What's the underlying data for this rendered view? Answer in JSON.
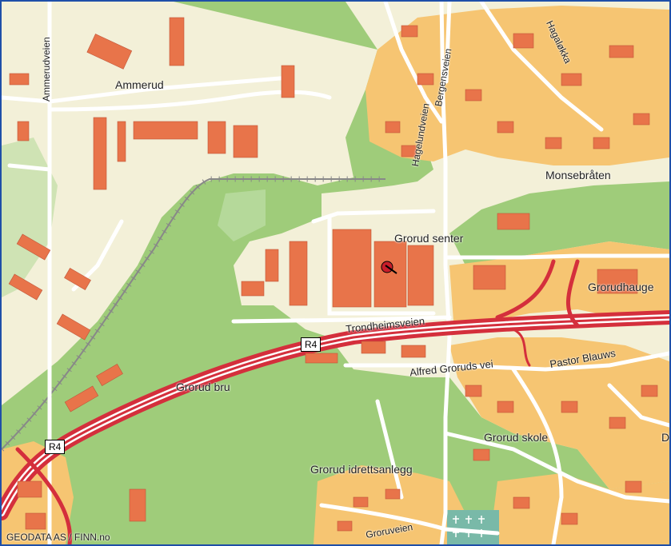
{
  "map": {
    "attribution": "GEODATA AS / FINN.no",
    "route_shield": "R4",
    "places": {
      "ammerud": "Ammerud",
      "monsebraten": "Monsebråten",
      "grorud_senter": "Grorud senter",
      "grorudhaugen": "Grorudhauge",
      "grorud_bru": "Grorud bru",
      "grorud_skole": "Grorud skole",
      "grorud_idrettsanlegg": "Grorud idrettsanlegg",
      "letter_d": "D"
    },
    "streets": {
      "ammerudveien": "Ammerudveien",
      "hagelundveien": "Hagelundveien",
      "bergensveien": "Bergensveien",
      "hagaloekka": "Hagaløkka",
      "trondheimsveien": "Trondheimsveien",
      "alfred_groruds_vei": "Alfred Groruds vei",
      "pastor_blauws": "Pastor Blauws",
      "groruveien": "Groruveien"
    },
    "colors": {
      "background": "#f3f0d8",
      "forest": "#9fcc7a",
      "residential": "#f6c572",
      "building": "#e8744a",
      "motorway": "#d42f3c",
      "road": "#ffffff",
      "frame": "#1f4fa8"
    },
    "icons": [
      "marker-pin-icon",
      "cemetery-icon"
    ]
  }
}
